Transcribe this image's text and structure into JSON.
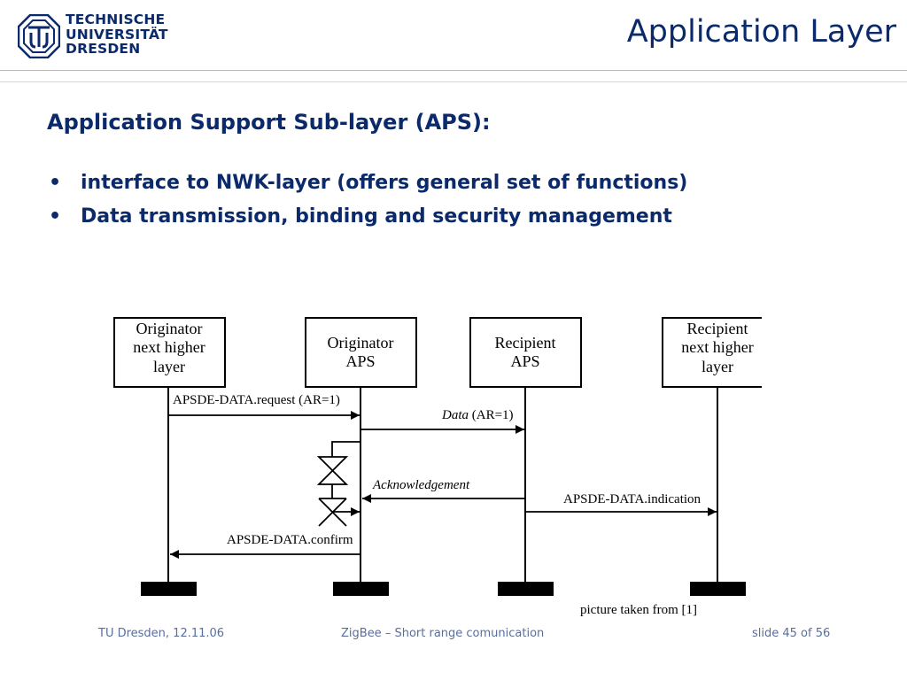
{
  "header": {
    "logo_lines": [
      "TECHNISCHE",
      "UNIVERSITÄT",
      "DRESDEN"
    ],
    "title": "Application Layer"
  },
  "content": {
    "heading": "Application Support Sub-layer (APS):",
    "bullets": [
      "interface to NWK-layer (offers general set of functions)",
      "Data transmission, binding and security management"
    ],
    "bullet_symbol": "•"
  },
  "diagram": {
    "entities": [
      {
        "lines": [
          "Originator",
          "next higher",
          "layer"
        ]
      },
      {
        "lines": [
          "Originator",
          "APS"
        ]
      },
      {
        "lines": [
          "Recipient",
          "APS"
        ]
      },
      {
        "lines": [
          "Recipient",
          "next higher",
          "layer"
        ]
      }
    ],
    "messages": {
      "request": "APSDE-DATA.request (AR=1)",
      "data_italic": "Data",
      "data_rest": " (AR=1)",
      "ack": "Acknowledgement",
      "indication": "APSDE-DATA.indication",
      "confirm": "APSDE-DATA.confirm"
    },
    "source": "picture taken from [1]"
  },
  "footer": {
    "left": "TU Dresden, 12.11.06",
    "center": "ZigBee – Short range comunication",
    "right": "slide 45 of 56"
  },
  "colors": {
    "primary": "#0b2a6b",
    "footer_text": "#5a6e9c",
    "rule": "#b9b9b9"
  }
}
